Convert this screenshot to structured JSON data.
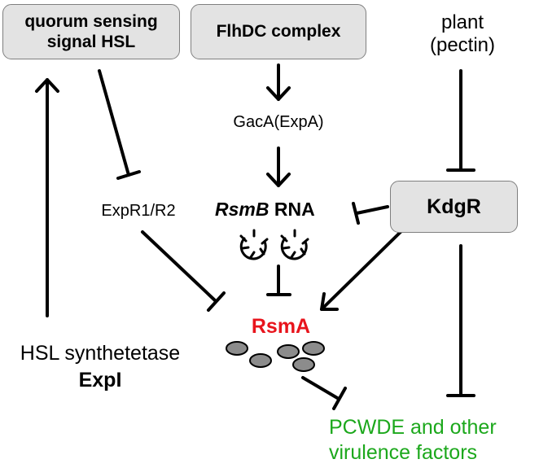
{
  "nodes": {
    "quorum": {
      "line1": "quorum sensing",
      "line2": "signal HSL"
    },
    "flhdc": "FlhDC complex",
    "plant": {
      "line1": "plant",
      "line2": "(pectin)"
    },
    "gaca": "GacA(ExpA)",
    "rsmb": {
      "gene": "RsmB",
      "suffix": " RNA"
    },
    "kdgr": "KdgR",
    "expr": "ExpR1/R2",
    "rsma": "RsmA",
    "hsl": {
      "line1": "HSL synthetetase",
      "line2": "ExpI"
    },
    "pcwde": {
      "line1": "PCWDE and other",
      "line2": "virulence factors"
    }
  },
  "colors": {
    "rsma": "#e8141c",
    "pcwde": "#1ca81c",
    "box_fill": "#e3e3e3",
    "box_border": "#7f7f7f",
    "protein_fill": "#8c8c8c"
  }
}
